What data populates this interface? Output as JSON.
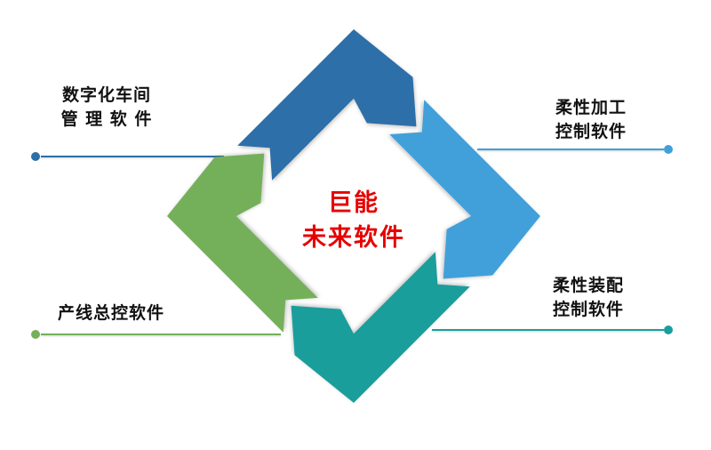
{
  "page": {
    "background": "#ffffff"
  },
  "center_label": {
    "line1": "巨能",
    "line2": "未来软件",
    "color": "#e60000"
  },
  "labels": {
    "top_left": {
      "line1": "数字化车间",
      "line2": "管 理 软 件"
    },
    "top_right": {
      "line1": "柔性加工",
      "line2": "控制软件"
    },
    "bottom_right": {
      "line1": "柔性装配",
      "line2": "控制软件"
    },
    "bottom_left": {
      "line1": "产线总控软件"
    }
  },
  "diagram": {
    "type": "cycle-chevron-diamond",
    "segments": [
      {
        "position": "top",
        "color": "#2d6fa8"
      },
      {
        "position": "right",
        "color": "#41a0d9"
      },
      {
        "position": "bottom",
        "color": "#1a9e9c"
      },
      {
        "position": "left",
        "color": "#74b05a"
      }
    ]
  },
  "connectors": [
    {
      "position": "top-left",
      "color": "#2d6fa8"
    },
    {
      "position": "top-right",
      "color": "#41a0d9"
    },
    {
      "position": "bottom-right",
      "color": "#1a9e9c"
    },
    {
      "position": "bottom-left",
      "color": "#74b05a"
    }
  ]
}
